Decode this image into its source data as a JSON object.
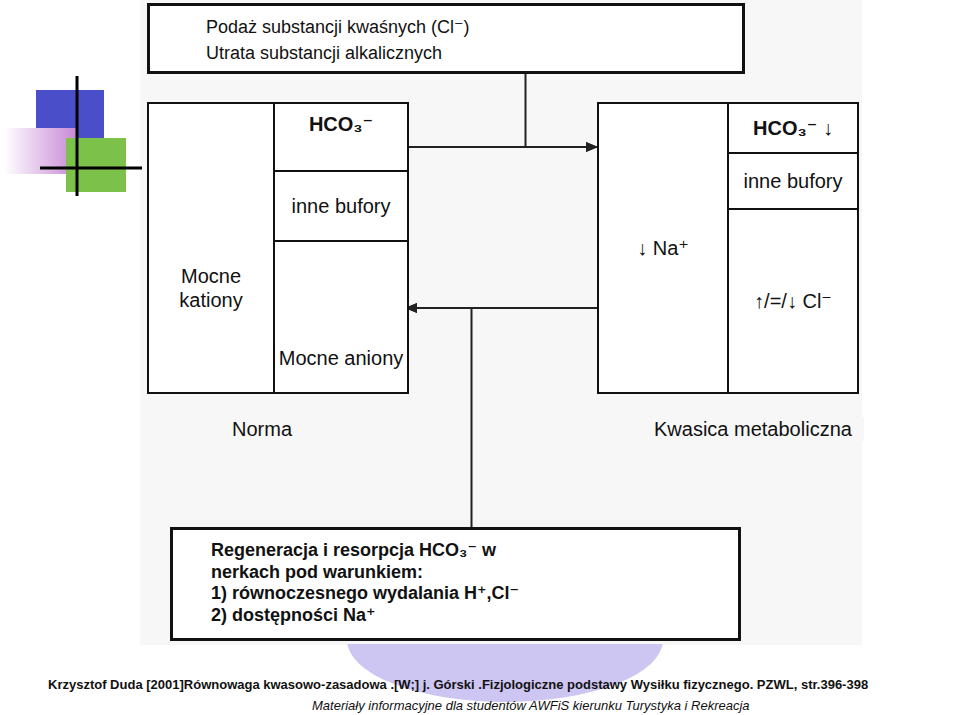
{
  "diagram": {
    "nodes": [
      {
        "text": [
          "Podaż substancji kwaśnych (Cl⁻)",
          "Utrata substancji alkalicznych"
        ]
      },
      {
        "text": [
          "Norma"
        ]
      },
      {
        "text": [
          "Mocne kationy"
        ],
        "in": 1
      },
      {
        "text": [
          "HCO₃⁻"
        ],
        "in": 1
      },
      {
        "text": [
          "inne bufory"
        ],
        "in": 1
      },
      {
        "text": [
          "Mocne aniony"
        ],
        "in": 1
      },
      {
        "text": [
          "Kwasica metaboliczna"
        ]
      },
      {
        "text": [
          "↓ Na⁺"
        ],
        "in": 6
      },
      {
        "text": [
          "HCO₃⁻ ↓"
        ],
        "in": 6
      },
      {
        "text": [
          "inne bufory"
        ],
        "in": 6
      },
      {
        "text": [
          "↑/=/↓ Cl⁻"
        ],
        "in": 6
      },
      {
        "text": [
          "Regeneracja i resorpcja HCO₃⁻ w nerkach pod warunkiem:",
          "1) równoczesnego wydalania H⁺,Cl⁻",
          "2) dostępności Na⁺"
        ]
      }
    ],
    "edges": [
      {
        "from": 0,
        "to": 6,
        "arrow": "to"
      },
      {
        "from": 1,
        "to": 6,
        "arrow": "to"
      },
      {
        "from": 6,
        "to": 1,
        "arrow": "to"
      },
      {
        "from": 11,
        "to": 1,
        "arrow": "to"
      }
    ],
    "labels": [
      "Krzysztof Duda [2001]Równowaga kwasowo-zasadowa .[W;] j. Górski .Fizjologiczne podstawy Wysiłku fizycznego. PZWL, str.396-398",
      "Materiały informacyjne dla studentów AWFiS kierunku Turystyka i Rekreacja"
    ]
  }
}
